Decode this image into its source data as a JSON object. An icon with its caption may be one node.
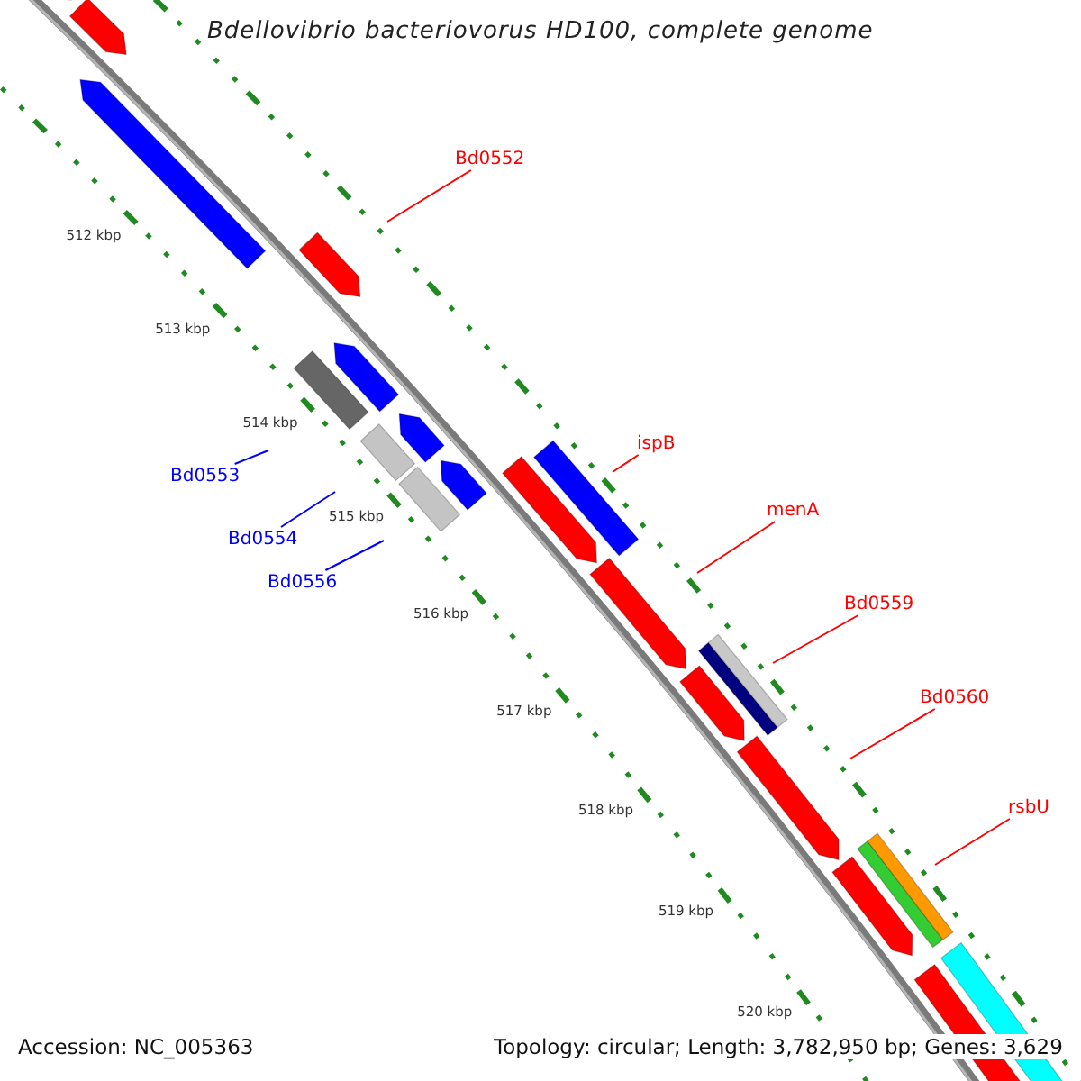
{
  "diagram": {
    "title": "Bdellovibrio bacteriovorus HD100, complete genome",
    "nodes": [
      {
        "text": [
          "Bd0552"
        ]
      },
      {
        "text": [
          "ispB"
        ]
      },
      {
        "text": [
          "Bd0553"
        ]
      },
      {
        "text": [
          "menA"
        ]
      },
      {
        "text": [
          "Bd0554"
        ]
      },
      {
        "text": [
          "Bd0556"
        ]
      },
      {
        "text": [
          "Bd0559"
        ]
      },
      {
        "text": [
          "Bd0560"
        ]
      },
      {
        "text": [
          "rsbU"
        ]
      }
    ],
    "edges": [
      {
        "from": 0,
        "to": null,
        "arrow": "none"
      },
      {
        "from": 1,
        "to": null,
        "arrow": "none"
      },
      {
        "from": 2,
        "to": null,
        "arrow": "none",
        "color": "#0000ff"
      },
      {
        "from": 3,
        "to": null,
        "arrow": "none"
      },
      {
        "from": 4,
        "to": null,
        "arrow": "none",
        "color": "#0000ff"
      },
      {
        "from": 5,
        "to": null,
        "arrow": "none",
        "color": "#0000ff"
      },
      {
        "from": 6,
        "to": null,
        "arrow": "none"
      },
      {
        "from": 7,
        "to": null,
        "arrow": "none"
      },
      {
        "from": 8,
        "to": null,
        "arrow": "none"
      }
    ],
    "labels": [
      "512 kbp",
      "513 kbp",
      "514 kbp",
      "515 kbp",
      "516 kbp",
      "517 kbp",
      "518 kbp",
      "519 kbp",
      "520 kbp",
      "Accession: NC_005363",
      "Topology: circular; Length: 3,782,950 bp; Genes: 3,629"
    ]
  }
}
